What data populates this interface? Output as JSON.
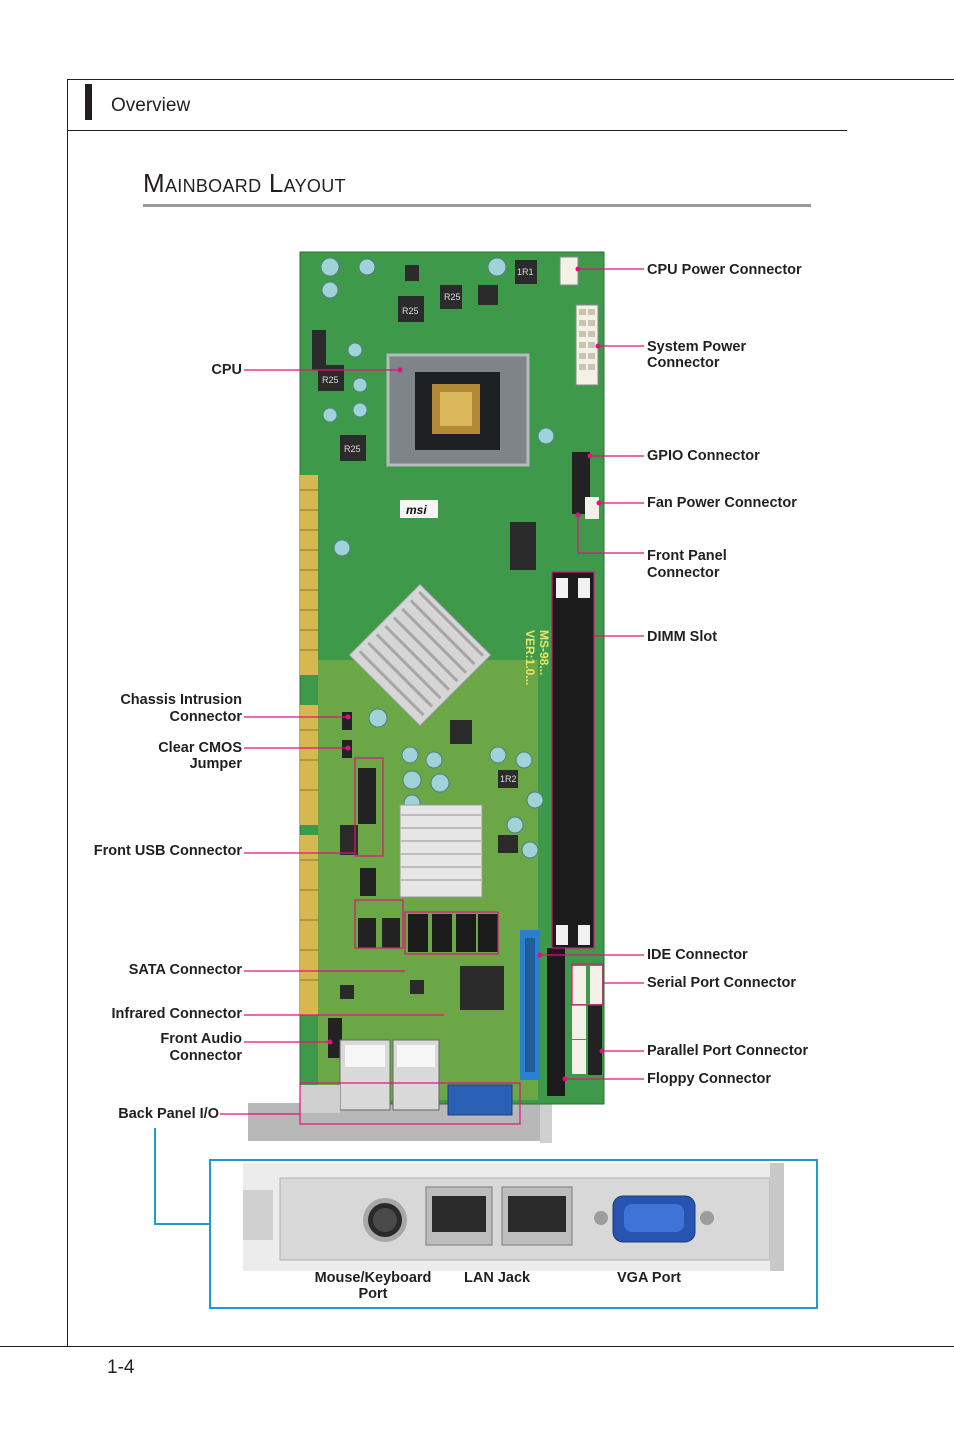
{
  "header": {
    "section": "Overview"
  },
  "title": "Mainboard Layout",
  "board": {
    "silkscreen": [
      "MS-98...",
      "VER:1.0..."
    ],
    "chip_marks": [
      "R25",
      "R25",
      "R25",
      "R25",
      "1R1",
      "1R2"
    ],
    "logo_mark": "msi"
  },
  "callouts": {
    "cpu_power": "CPU Power Connector",
    "system_power_1": "System Power",
    "system_power_2": "Connector",
    "gpio": "GPIO Connector",
    "fan_power": "Fan Power Connector",
    "front_panel_1": "Front Panel",
    "front_panel_2": "Connector",
    "dimm": "DIMM Slot",
    "ide": "IDE Connector",
    "serial": "Serial Port Connector",
    "parallel": "Parallel Port Connector",
    "floppy": "Floppy Connector",
    "cpu": "CPU",
    "chassis_1": "Chassis Intrusion",
    "chassis_2": "Connector",
    "clear_cmos_1": "Clear CMOS",
    "clear_cmos_2": "Jumper",
    "front_usb": "Front USB Connector",
    "sata": "SATA Connector",
    "infrared": "Infrared Connector",
    "front_audio_1": "Front Audio",
    "front_audio_2": "Connector",
    "back_panel": "Back Panel I/O"
  },
  "io_panel": {
    "mouse_1": "Mouse/Keyboard",
    "mouse_2": "Port",
    "lan": "LAN Jack",
    "vga": "VGA Port"
  },
  "footer": {
    "page_number": "1-4"
  },
  "colors": {
    "callout_line": "#e0117f",
    "io_box": "#1e9ad6",
    "pcb": "#3f9a4b"
  }
}
